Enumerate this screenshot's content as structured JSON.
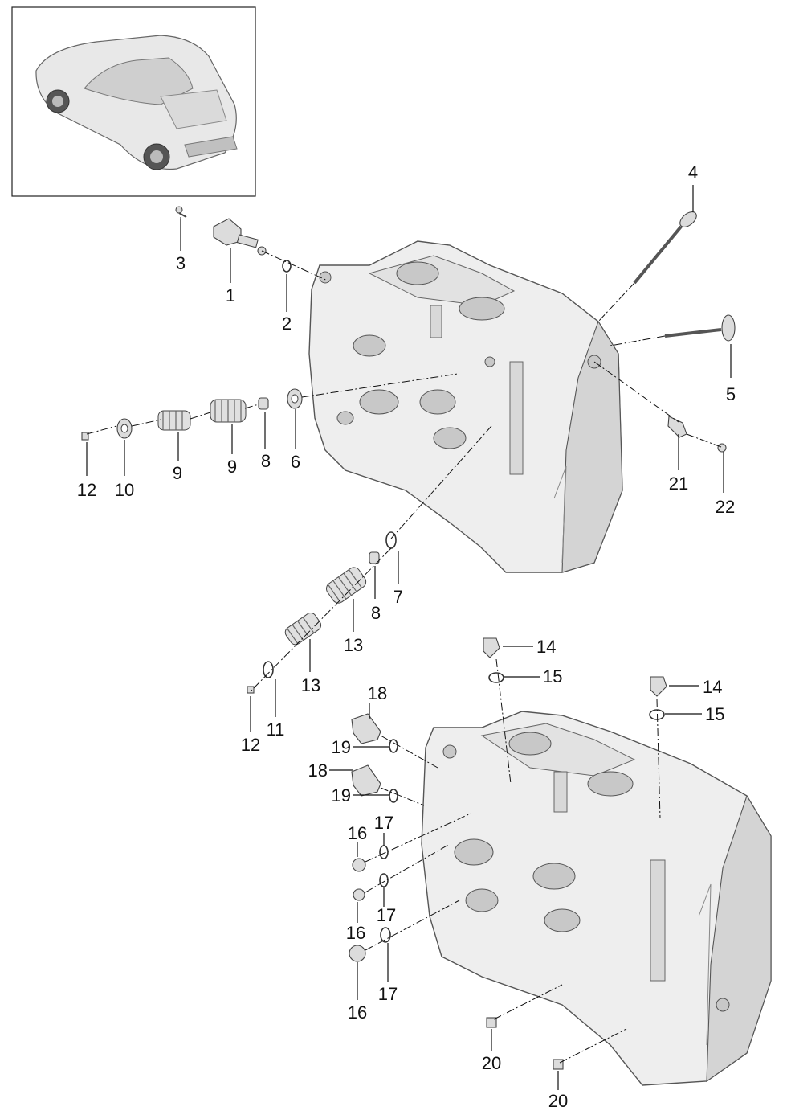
{
  "callouts": {
    "c1": "1",
    "c2": "2",
    "c3": "3",
    "c4": "4",
    "c5": "5",
    "c6": "6",
    "c7": "7",
    "c8a": "8",
    "c8b": "8",
    "c9a": "9",
    "c9b": "9",
    "c10": "10",
    "c11": "11",
    "c12a": "12",
    "c12b": "12",
    "c13a": "13",
    "c13b": "13",
    "c14a": "14",
    "c14b": "14",
    "c15a": "15",
    "c15b": "15",
    "c16a": "16",
    "c16b": "16",
    "c16c": "16",
    "c17a": "17",
    "c17b": "17",
    "c17c": "17",
    "c18a": "18",
    "c18b": "18",
    "c19a": "19",
    "c19b": "19",
    "c20a": "20",
    "c20b": "20",
    "c21": "21",
    "c22": "22"
  },
  "icons": {
    "vehicle": "car-thumbnail-icon",
    "upper_assembly": "cylinder-head-icon",
    "lower_assembly": "cylinder-head-icon"
  },
  "colors": {
    "line": "#111111",
    "part_fill": "#dcdcdc",
    "block_fill": "#eeeeee"
  }
}
